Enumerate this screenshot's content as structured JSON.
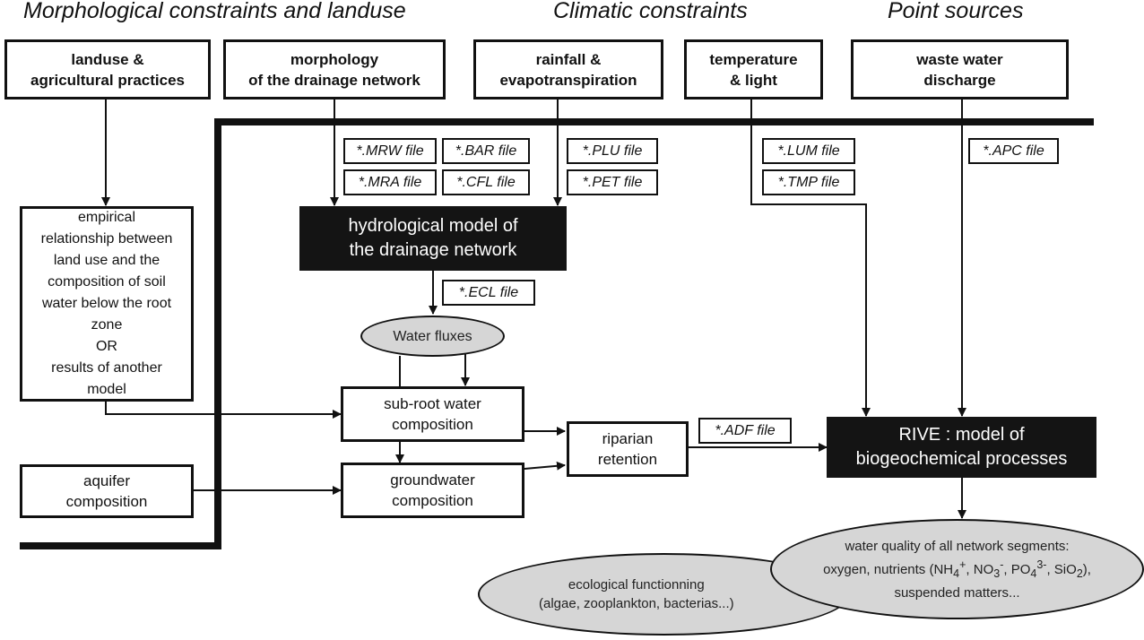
{
  "headers": {
    "morphological": "Morphological constraints and landuse",
    "climatic": "Climatic constraints",
    "point": "Point sources"
  },
  "inputs": {
    "landuse": "landuse &\nagricultural practices",
    "morphology": "morphology\nof the drainage network",
    "rainfall": "rainfall &\nevapotranspiration",
    "temperature": "temperature\n& light",
    "wastewater": "waste water\ndischarge"
  },
  "files": {
    "mrw": "*.MRW file",
    "bar": "*.BAR file",
    "mra": "*.MRA file",
    "cfl": "*.CFL file",
    "plu": "*.PLU file",
    "pet": "*.PET file",
    "lum": "*.LUM file",
    "tmp": "*.TMP file",
    "apc": "*.APC file",
    "ecl": "*.ECL file",
    "adf": "*.ADF file"
  },
  "process": {
    "empirical": "empirical\nrelationship between\nland use and the\ncomposition of soil\nwater below the root\nzone\nOR\nresults of another\nmodel",
    "hydrological": "hydrological model of\nthe drainage network",
    "water_fluxes": "Water fluxes",
    "subroot": "sub-root water\ncomposition",
    "groundwater": "groundwater\ncomposition",
    "aquifer": "aquifer\ncomposition",
    "riparian": "riparian\nretention",
    "rive": "RIVE : model of\nbiogeochemical processes"
  },
  "outputs": {
    "water_quality_line1": "water quality of all network segments:",
    "wq_oxygen": "oxygen, nutrients (NH",
    "wq_nh_sub": "4",
    "wq_nh_sup": "+",
    "wq_no": ", NO",
    "wq_no_sub": "3",
    "wq_no_sup": "-",
    "wq_po": ", PO",
    "wq_po_sub": "4",
    "wq_po_sup": "3-",
    "wq_si": ", SiO",
    "wq_si_sub": "2",
    "wq_close": "),",
    "water_quality_line3": "suspended matters...",
    "ecological": "ecological functionning\n(algae, zooplankton, bacterias...)"
  },
  "colors": {
    "line": "#111111",
    "dark_box": "#141414",
    "ellipse_fill": "#d6d6d6"
  }
}
